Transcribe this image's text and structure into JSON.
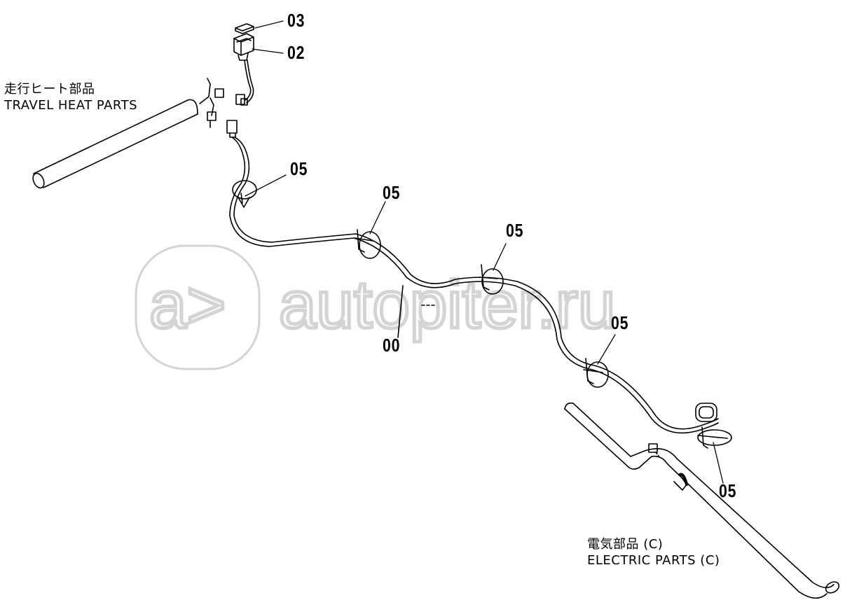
{
  "diagram": {
    "watermark": {
      "logo_text": "a>",
      "site_text": "autopiter.ru",
      "color": "#d4d4d4"
    },
    "group_labels": {
      "travel_heat": {
        "jp": "走行ヒート部品",
        "en": "TRAVEL HEAT PARTS"
      },
      "electric": {
        "jp": "電気部品 (C)",
        "en": "ELECTRIC PARTS (C)"
      }
    },
    "callouts": [
      "03",
      "02",
      "05",
      "05",
      "05",
      "00",
      "05",
      "05"
    ],
    "line_color": "#000000"
  }
}
